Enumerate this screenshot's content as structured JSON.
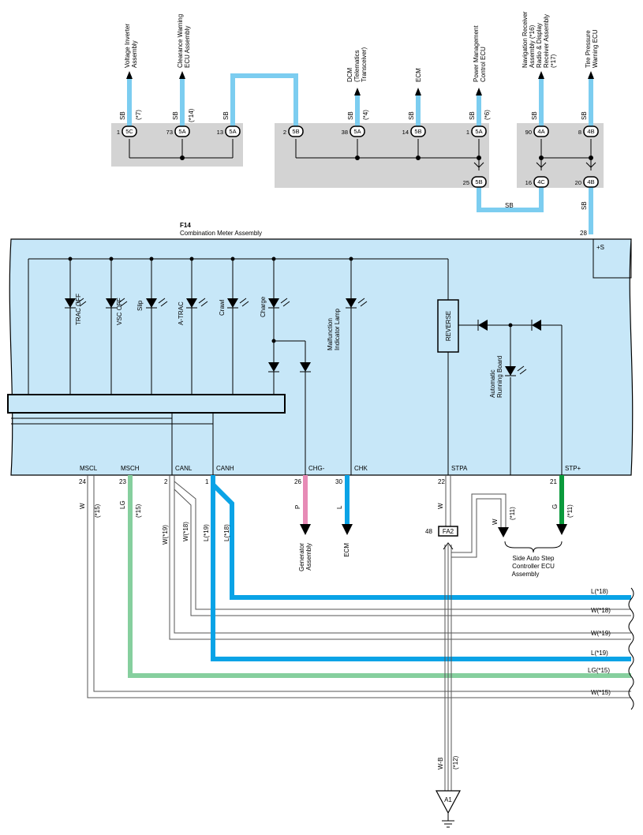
{
  "meter": {
    "id": "F14",
    "name": "Combination Meter Assembly",
    "pin_28_name": "+S",
    "reverse_label": "REVERSE"
  },
  "lamps": [
    "TRAC OFF",
    "VSC OFF",
    "Slip",
    "A-TRAC",
    "Crawl",
    "Charge",
    "Malfunction",
    "Indicator Lamp",
    "Automatic",
    "Running Board"
  ],
  "top_destinations": {
    "voltage_inverter": [
      "Voltage Inverter",
      "Assembly"
    ],
    "clearance_warning": [
      "Clearance Warning",
      "ECU Assembly"
    ],
    "dcm": [
      "DCM",
      "(Telematics",
      "Transceiver)"
    ],
    "ecm": [
      "ECM"
    ],
    "power_mgmt": [
      "Power Management",
      "Control ECU"
    ],
    "navigation": [
      "Navigation Receiver",
      "Assembly (*16)",
      "Radio & Display",
      "Receiver Assembly",
      "(*17)"
    ],
    "tire_pressure": [
      "Tire Pressure",
      "Warning ECU"
    ]
  },
  "top_wires": {
    "sb": "SB",
    "notes": [
      "(*7)",
      "(*14)",
      "(*4)",
      "(*6)"
    ]
  },
  "junction_pins": [
    "1",
    "73",
    "13",
    "2",
    "38",
    "14",
    "1",
    "90",
    "8",
    "25",
    "16",
    "20"
  ],
  "junction_ids": [
    "5C",
    "5A",
    "5A",
    "5B",
    "5A",
    "5B",
    "5A",
    "4A",
    "4B",
    "5B",
    "4C",
    "4B"
  ],
  "pins": {
    "mscl": {
      "num": "24",
      "name": "MSCL"
    },
    "msch": {
      "num": "23",
      "name": "MSCH"
    },
    "canl": {
      "num": "2",
      "name": "CANL"
    },
    "canh": {
      "num": "1",
      "name": "CANH"
    },
    "chg": {
      "num": "26",
      "name": "CHG-"
    },
    "chk": {
      "num": "30",
      "name": "CHK"
    },
    "stpa": {
      "num": "22",
      "name": "STPA"
    },
    "stp": {
      "num": "21",
      "name": "STP+"
    },
    "s28": {
      "num": "28"
    }
  },
  "wire_colors": [
    "W",
    "LG",
    "W(*19)",
    "W(*18)",
    "L(*19)",
    "L(*18)",
    "P",
    "L",
    "W",
    "W",
    "G",
    "W-B"
  ],
  "wire_notes": [
    "(*15)",
    "(*15)",
    "(*11)",
    "(*11)",
    "(*12)"
  ],
  "bottom_destinations": {
    "generator": [
      "Generator",
      "Assembly"
    ],
    "ecm": "ECM",
    "side_step": [
      "Side Auto Step",
      "Controller ECU",
      "Assembly"
    ]
  },
  "fa2": {
    "pin": "48",
    "id": "FA2"
  },
  "ground_id": "A1",
  "right_labels": [
    "L(*18)",
    "W(*18)",
    "W(*19)",
    "L(*19)",
    "LG(*15)",
    "W(*15)"
  ]
}
